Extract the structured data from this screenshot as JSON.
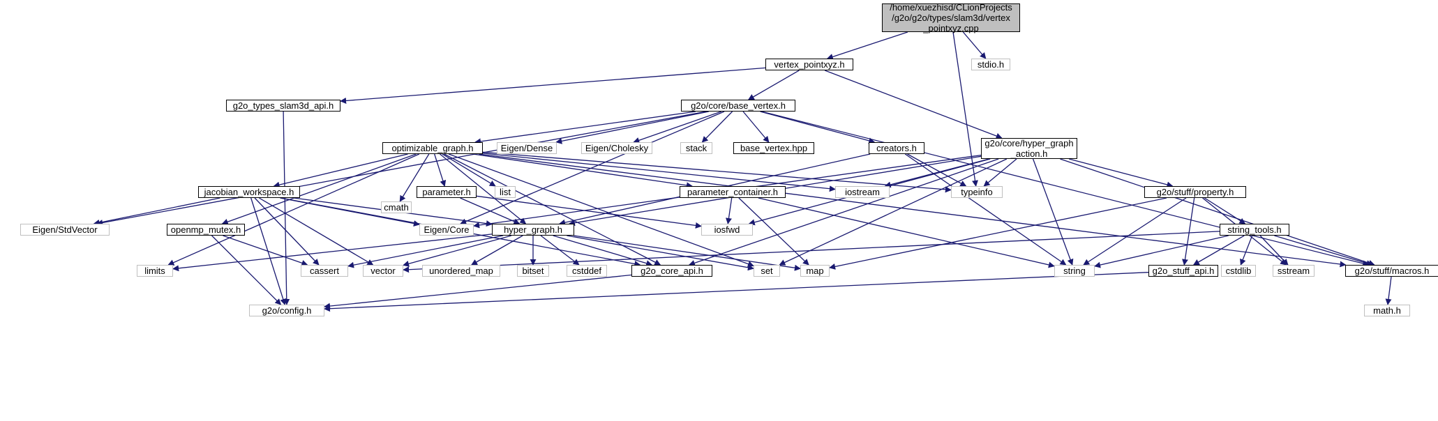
{
  "diagram": {
    "title": "",
    "colors": {
      "edge": "#191970",
      "root_fill": "#bfbfbf",
      "node_border": "#000000",
      "system_border": "#bfbfbf"
    },
    "nodes": [
      {
        "id": "root",
        "label": "/home/xuezhisd/CLionProjects\n/g2o/g2o/types/slam3d/vertex\n_pointxyz.cpp",
        "kind": "root"
      },
      {
        "id": "vertex_pointxyz",
        "label": "vertex_pointxyz.h",
        "kind": "project"
      },
      {
        "id": "stdio",
        "label": "stdio.h",
        "kind": "system"
      },
      {
        "id": "slam3d_api",
        "label": "g2o_types_slam3d_api.h",
        "kind": "project"
      },
      {
        "id": "base_vertex",
        "label": "g2o/core/base_vertex.h",
        "kind": "project"
      },
      {
        "id": "hga",
        "label": "g2o/core/hyper_graph\n_action.h",
        "kind": "project"
      },
      {
        "id": "optimizable",
        "label": "optimizable_graph.h",
        "kind": "project"
      },
      {
        "id": "eigen_dense",
        "label": "Eigen/Dense",
        "kind": "system"
      },
      {
        "id": "eigen_chol",
        "label": "Eigen/Cholesky",
        "kind": "system"
      },
      {
        "id": "stack",
        "label": "stack",
        "kind": "system"
      },
      {
        "id": "base_vertex_hpp",
        "label": "base_vertex.hpp",
        "kind": "project"
      },
      {
        "id": "creators",
        "label": "creators.h",
        "kind": "project"
      },
      {
        "id": "jacobian",
        "label": "jacobian_workspace.h",
        "kind": "project"
      },
      {
        "id": "cmath",
        "label": "cmath",
        "kind": "system"
      },
      {
        "id": "parameter",
        "label": "parameter.h",
        "kind": "project"
      },
      {
        "id": "list",
        "label": "list",
        "kind": "system"
      },
      {
        "id": "param_container",
        "label": "parameter_container.h",
        "kind": "project"
      },
      {
        "id": "iostream",
        "label": "iostream",
        "kind": "system"
      },
      {
        "id": "typeinfo",
        "label": "typeinfo",
        "kind": "system"
      },
      {
        "id": "property",
        "label": "g2o/stuff/property.h",
        "kind": "project"
      },
      {
        "id": "eigen_stdvector",
        "label": "Eigen/StdVector",
        "kind": "system"
      },
      {
        "id": "openmp",
        "label": "openmp_mutex.h",
        "kind": "project"
      },
      {
        "id": "eigen_core",
        "label": "Eigen/Core",
        "kind": "system"
      },
      {
        "id": "hyper_graph",
        "label": "hyper_graph.h",
        "kind": "project"
      },
      {
        "id": "iosfwd",
        "label": "iosfwd",
        "kind": "system"
      },
      {
        "id": "string_tools",
        "label": "string_tools.h",
        "kind": "project"
      },
      {
        "id": "limits",
        "label": "limits",
        "kind": "system"
      },
      {
        "id": "cassert",
        "label": "cassert",
        "kind": "system"
      },
      {
        "id": "vector",
        "label": "vector",
        "kind": "system"
      },
      {
        "id": "unordered_map",
        "label": "unordered_map",
        "kind": "system"
      },
      {
        "id": "bitset",
        "label": "bitset",
        "kind": "system"
      },
      {
        "id": "cstddef",
        "label": "cstddef",
        "kind": "system"
      },
      {
        "id": "core_api",
        "label": "g2o_core_api.h",
        "kind": "project"
      },
      {
        "id": "set",
        "label": "set",
        "kind": "system"
      },
      {
        "id": "map",
        "label": "map",
        "kind": "system"
      },
      {
        "id": "string",
        "label": "string",
        "kind": "system"
      },
      {
        "id": "stuff_api",
        "label": "g2o_stuff_api.h",
        "kind": "project"
      },
      {
        "id": "cstdlib",
        "label": "cstdlib",
        "kind": "system"
      },
      {
        "id": "sstream",
        "label": "sstream",
        "kind": "system"
      },
      {
        "id": "macros",
        "label": "g2o/stuff/macros.h",
        "kind": "project"
      },
      {
        "id": "config",
        "label": "g2o/config.h",
        "kind": "system"
      },
      {
        "id": "math",
        "label": "math.h",
        "kind": "system"
      }
    ],
    "edges": [
      [
        "root",
        "vertex_pointxyz"
      ],
      [
        "root",
        "stdio"
      ],
      [
        "root",
        "typeinfo"
      ],
      [
        "vertex_pointxyz",
        "slam3d_api"
      ],
      [
        "vertex_pointxyz",
        "base_vertex"
      ],
      [
        "vertex_pointxyz",
        "hga"
      ],
      [
        "slam3d_api",
        "config"
      ],
      [
        "base_vertex",
        "optimizable"
      ],
      [
        "base_vertex",
        "eigen_dense"
      ],
      [
        "base_vertex",
        "eigen_chol"
      ],
      [
        "base_vertex",
        "stack"
      ],
      [
        "base_vertex",
        "base_vertex_hpp"
      ],
      [
        "base_vertex",
        "creators"
      ],
      [
        "base_vertex",
        "eigen_stdvector"
      ],
      [
        "base_vertex",
        "eigen_core"
      ],
      [
        "base_vertex",
        "macros"
      ],
      [
        "optimizable",
        "jacobian"
      ],
      [
        "optimizable",
        "cmath"
      ],
      [
        "optimizable",
        "parameter"
      ],
      [
        "optimizable",
        "list"
      ],
      [
        "optimizable",
        "param_container"
      ],
      [
        "optimizable",
        "iostream"
      ],
      [
        "optimizable",
        "typeinfo"
      ],
      [
        "optimizable",
        "openmp"
      ],
      [
        "optimizable",
        "limits"
      ],
      [
        "optimizable",
        "hyper_graph"
      ],
      [
        "optimizable",
        "core_api"
      ],
      [
        "optimizable",
        "set"
      ],
      [
        "optimizable",
        "macros"
      ],
      [
        "creators",
        "hyper_graph"
      ],
      [
        "creators",
        "typeinfo"
      ],
      [
        "creators",
        "string"
      ],
      [
        "hga",
        "hyper_graph"
      ],
      [
        "hga",
        "typeinfo"
      ],
      [
        "hga",
        "iostream"
      ],
      [
        "hga",
        "iosfwd"
      ],
      [
        "hga",
        "property"
      ],
      [
        "hga",
        "core_api"
      ],
      [
        "hga",
        "set"
      ],
      [
        "hga",
        "string"
      ],
      [
        "hga",
        "eigen_core"
      ],
      [
        "hga",
        "macros"
      ],
      [
        "jacobian",
        "eigen_stdvector"
      ],
      [
        "jacobian",
        "eigen_core"
      ],
      [
        "jacobian",
        "hyper_graph"
      ],
      [
        "jacobian",
        "cassert"
      ],
      [
        "jacobian",
        "vector"
      ],
      [
        "jacobian",
        "core_api"
      ],
      [
        "jacobian",
        "config"
      ],
      [
        "parameter",
        "hyper_graph"
      ],
      [
        "parameter",
        "iosfwd"
      ],
      [
        "param_container",
        "iosfwd"
      ],
      [
        "param_container",
        "map"
      ],
      [
        "param_container",
        "string"
      ],
      [
        "openmp",
        "cassert"
      ],
      [
        "openmp",
        "config"
      ],
      [
        "hyper_graph",
        "limits"
      ],
      [
        "hyper_graph",
        "cassert"
      ],
      [
        "hyper_graph",
        "vector"
      ],
      [
        "hyper_graph",
        "unordered_map"
      ],
      [
        "hyper_graph",
        "bitset"
      ],
      [
        "hyper_graph",
        "cstddef"
      ],
      [
        "hyper_graph",
        "core_api"
      ],
      [
        "hyper_graph",
        "set"
      ],
      [
        "hyper_graph",
        "map"
      ],
      [
        "property",
        "string_tools"
      ],
      [
        "property",
        "string"
      ],
      [
        "property",
        "stuff_api"
      ],
      [
        "property",
        "map"
      ],
      [
        "property",
        "sstream"
      ],
      [
        "string_tools",
        "vector"
      ],
      [
        "string_tools",
        "string"
      ],
      [
        "string_tools",
        "stuff_api"
      ],
      [
        "string_tools",
        "cstdlib"
      ],
      [
        "string_tools",
        "sstream"
      ],
      [
        "string_tools",
        "macros"
      ],
      [
        "core_api",
        "config"
      ],
      [
        "stuff_api",
        "config"
      ],
      [
        "macros",
        "math"
      ]
    ]
  }
}
